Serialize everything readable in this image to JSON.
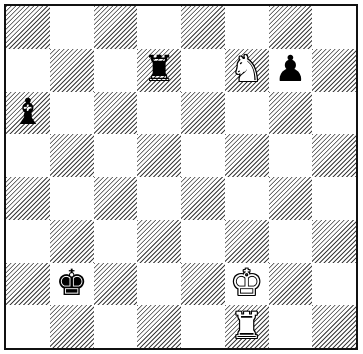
{
  "board": {
    "pieces": [
      {
        "square": "d7",
        "glyph": "♜",
        "color": "black",
        "name": "black-rook-icon"
      },
      {
        "square": "f7",
        "glyph": "♞",
        "color": "white",
        "name": "white-knight-icon"
      },
      {
        "square": "g7",
        "glyph": "♟",
        "color": "black",
        "name": "black-pawn-icon"
      },
      {
        "square": "a6",
        "glyph": "♝",
        "color": "black",
        "name": "black-bishop-icon"
      },
      {
        "square": "b2",
        "glyph": "♚",
        "color": "black",
        "name": "black-king-icon"
      },
      {
        "square": "f2",
        "glyph": "♚",
        "color": "white",
        "name": "white-king-icon"
      },
      {
        "square": "f1",
        "glyph": "♜",
        "color": "white",
        "name": "white-rook-icon"
      }
    ]
  }
}
